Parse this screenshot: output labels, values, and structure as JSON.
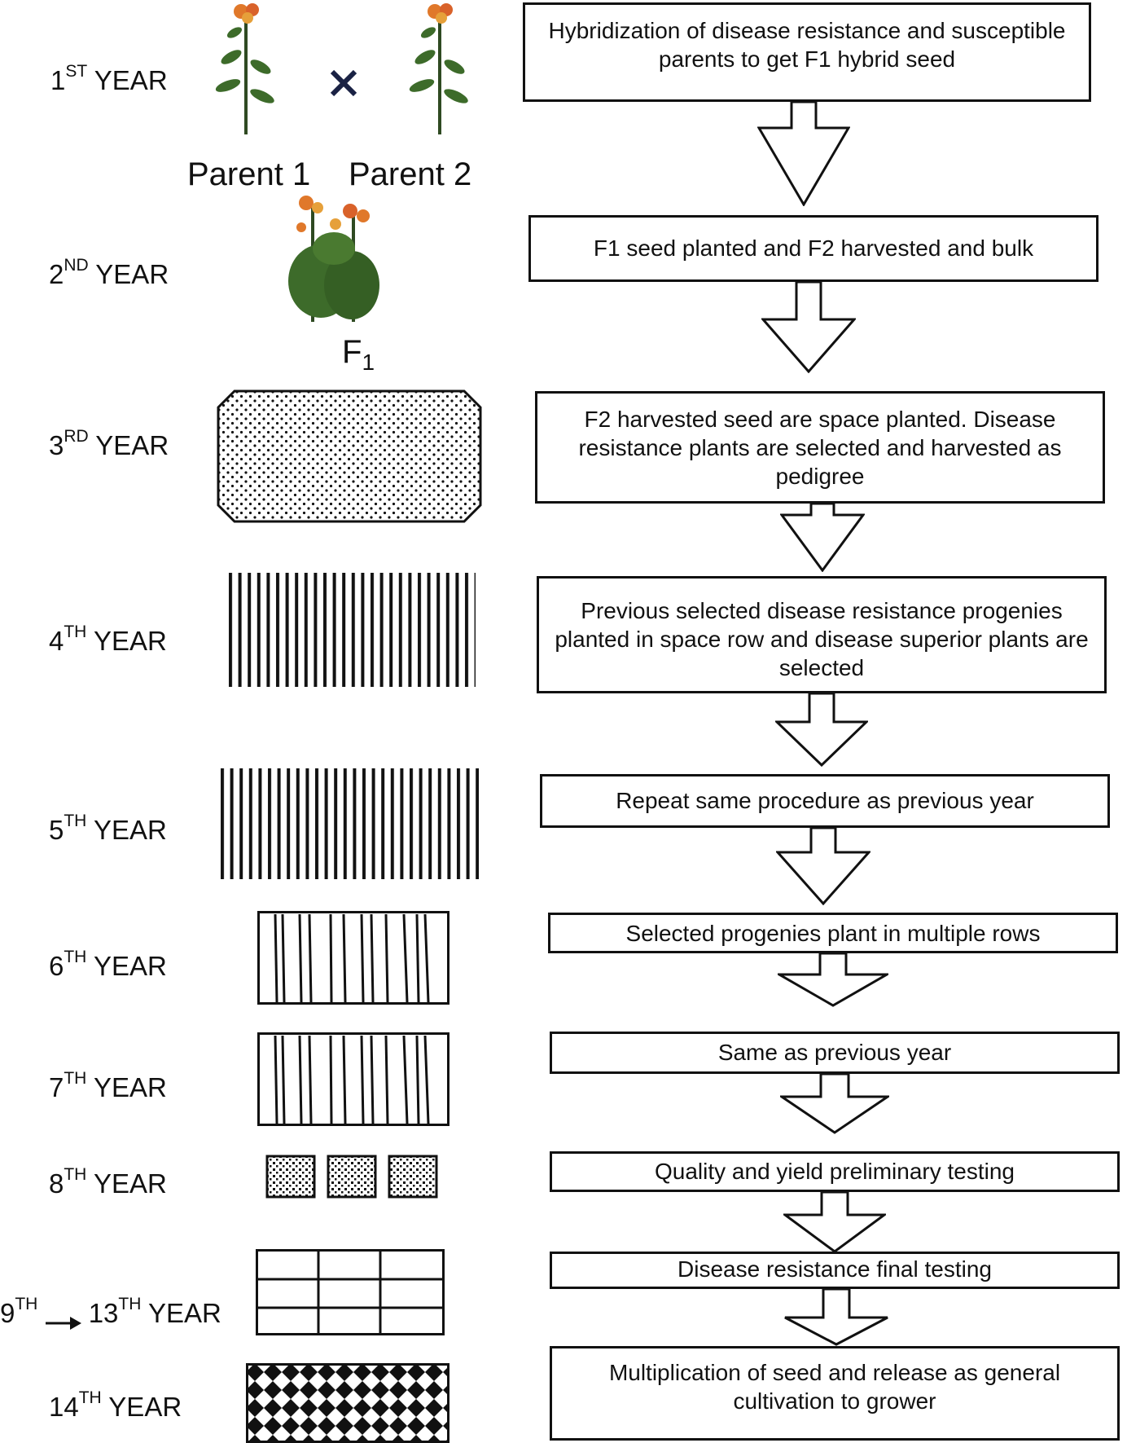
{
  "years": [
    {
      "num": "1",
      "sup": "ST",
      "word": "YEAR"
    },
    {
      "num": "2",
      "sup": "ND",
      "word": "YEAR"
    },
    {
      "num": "3",
      "sup": "RD",
      "word": "YEAR"
    },
    {
      "num": "4",
      "sup": "TH",
      "word": "YEAR"
    },
    {
      "num": "5",
      "sup": "TH",
      "word": "YEAR"
    },
    {
      "num": "6",
      "sup": "TH",
      "word": "YEAR"
    },
    {
      "num": "7",
      "sup": "TH",
      "word": "YEAR"
    },
    {
      "num": "8",
      "sup": "TH",
      "word": "YEAR"
    },
    {
      "num": "9",
      "sup": "TH",
      "num2": "13",
      "sup2": "TH",
      "word": "YEAR"
    },
    {
      "num": "14",
      "sup": "TH",
      "word": "YEAR"
    }
  ],
  "plants": {
    "parent1": "Parent 1",
    "parent2": "Parent 2",
    "f1_main": "F",
    "f1_sub": "1",
    "cross_symbol": "×"
  },
  "steps": [
    "Hybridization of disease resistance and susceptible parents to get F1 hybrid seed",
    "F1 seed planted and F2 harvested and bulk",
    "F2 harvested seed are space planted. Disease resistance plants are selected and harvested as pedigree",
    "Previous selected disease resistance progenies planted in space row and disease superior plants are selected",
    "Repeat same procedure as previous year",
    "Selected progenies plant in multiple rows",
    "Same as previous year",
    "Quality and yield preliminary testing",
    "Disease resistance final testing",
    "Multiplication of seed and release as general cultivation to grower"
  ],
  "icons": {
    "plant": "flowering-plant-icon",
    "field_patterns": [
      "dotted-plot",
      "dense-rows",
      "dense-rows",
      "sparse-rows-plot",
      "sparse-rows-plot",
      "stippled-plots",
      "grid-plots",
      "checkered-plot"
    ]
  },
  "colors": {
    "flower": "#e0782a",
    "leaf": "#3d6b2a",
    "stroke": "#111111"
  }
}
